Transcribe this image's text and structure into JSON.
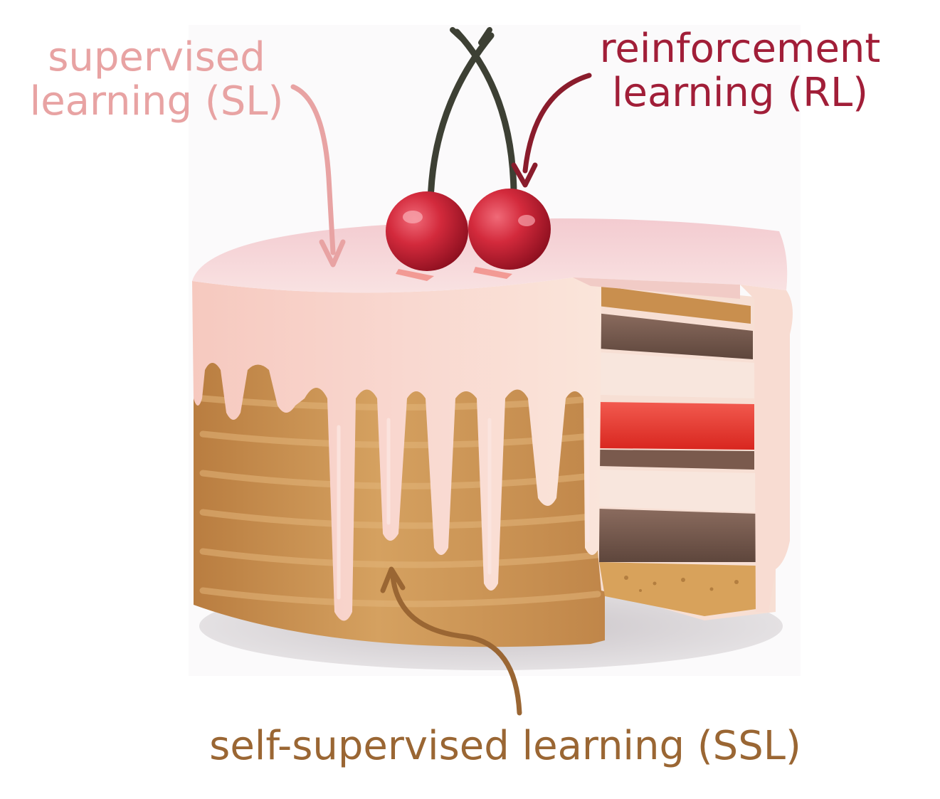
{
  "labels": {
    "supervised": "supervised\nlearning (SL)",
    "reinforcement": "reinforcement\nlearning (RL)",
    "self_supervised": "self-supervised learning (SSL)"
  },
  "colors": {
    "supervised": "#e8a3a3",
    "reinforcement": "#a11e38",
    "self_supervised": "#9a6633",
    "frosting": "#f6d2cc",
    "sponge": "#c9904e",
    "cherry": "#c8202f",
    "jam": "#e8362e",
    "chocolate": "#6e5248"
  },
  "icons": [
    "cake-icon",
    "cherry-icon",
    "arrow-icon"
  ]
}
